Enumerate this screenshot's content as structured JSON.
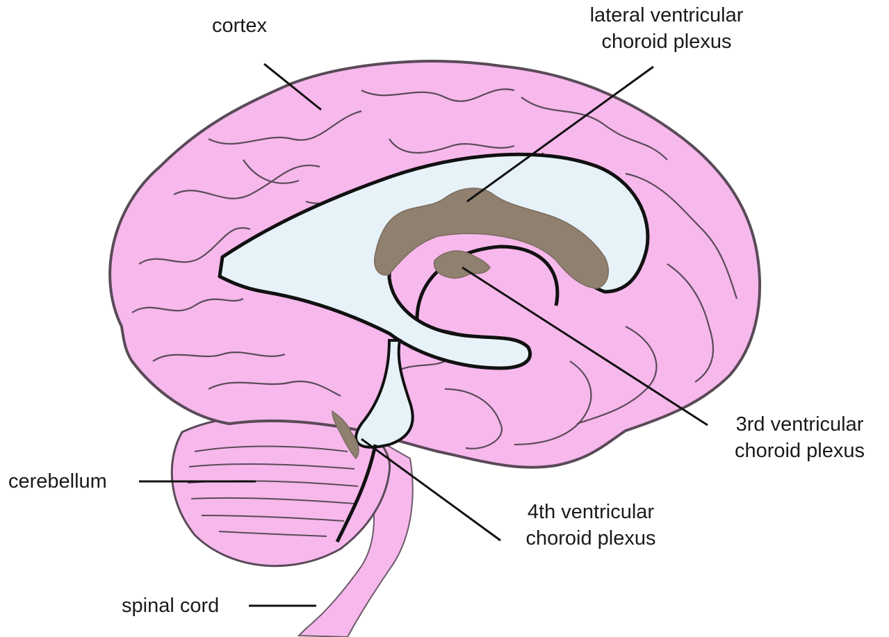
{
  "labels": {
    "cortex": "cortex",
    "lateral_line1": "lateral ventricular",
    "lateral_line2": "choroid plexus",
    "third_line1": "3rd ventricular",
    "third_line2": "choroid plexus",
    "fourth_line1": "4th ventricular",
    "fourth_line2": "choroid plexus",
    "cerebellum": "cerebellum",
    "spinal_cord": "spinal cord"
  },
  "colors": {
    "brain_fill": "#f7b8ec",
    "brain_outline": "#5a4a58",
    "ventricle_fill": "#e6f2f8",
    "ventricle_outline": "#111111",
    "choroid_plexus": "#8f8070",
    "leader_line": "#111111"
  }
}
